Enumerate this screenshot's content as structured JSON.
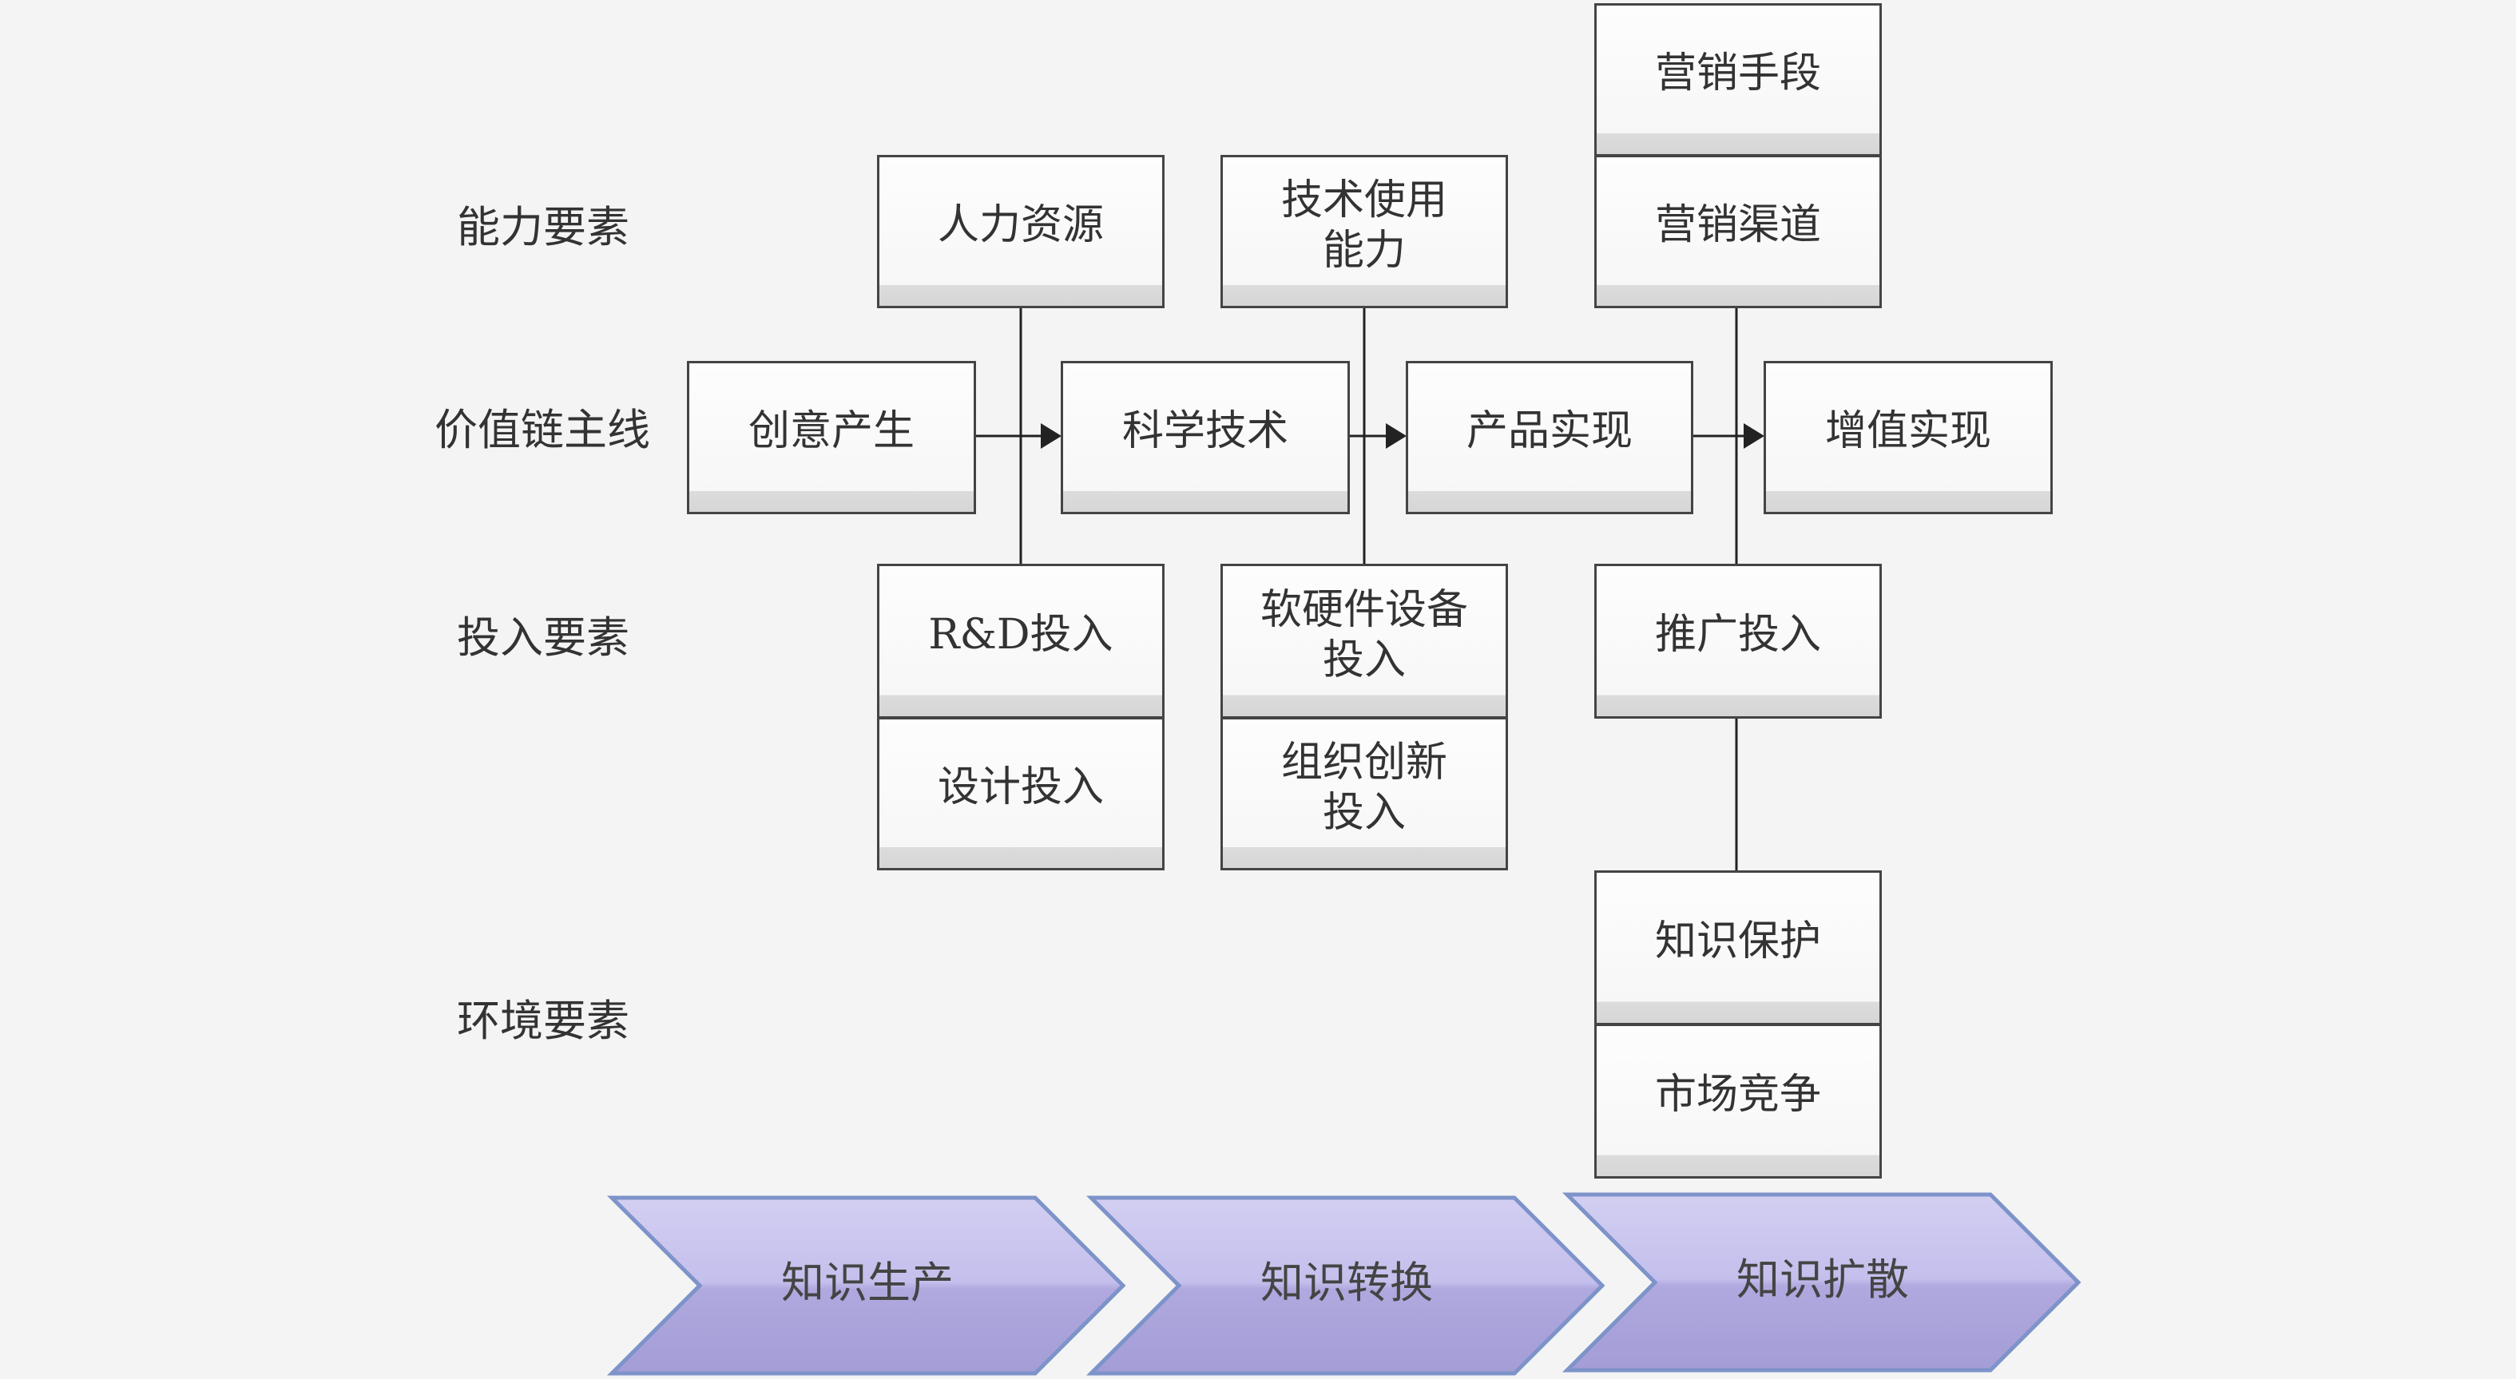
{
  "rows": {
    "capability": "能力要素",
    "value_chain": "价值链主线",
    "input": "投入要素",
    "environment": "环境要素"
  },
  "main_chain": [
    "创意产生",
    "科学技术",
    "产品实现",
    "增值实现"
  ],
  "capability_boxes": {
    "human_resources": "人力资源",
    "tech_use_line1": "技术使用",
    "tech_use_line2": "能力",
    "marketing_means": "营销手段",
    "marketing_channels": "营销渠道"
  },
  "input_boxes": {
    "rd_input": "R&D投入",
    "design_input": "设计投入",
    "hw_sw_line1": "软硬件设备",
    "hw_sw_line2": "投入",
    "org_innovation_line1": "组织创新",
    "org_innovation_line2": "投入",
    "promotion_input": "推广投入"
  },
  "environment_boxes": {
    "ip_protection": "知识保护",
    "market_competition": "市场竞争"
  },
  "stages": [
    "知识生产",
    "知识转换",
    "知识扩散"
  ],
  "colors": {
    "box_border": "#444444",
    "box_shadow_band": "#d9d9d9",
    "chevron_fill_top": "#cfcaf0",
    "chevron_fill_bottom": "#a59ed6",
    "chevron_stroke": "#7d93c9",
    "line": "#222222"
  }
}
